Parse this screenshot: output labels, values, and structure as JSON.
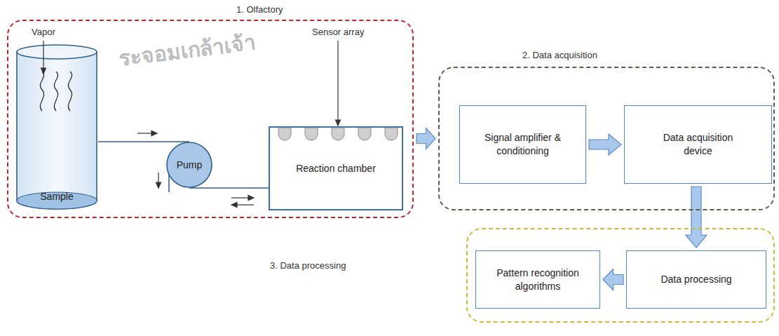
{
  "diagram": {
    "nodes": [
      {
        "text": [
          "1. Olfactory"
        ]
      },
      {
        "text": [
          "Sample"
        ],
        "in": 0
      },
      {
        "text": [
          "Pump"
        ],
        "in": 0
      },
      {
        "text": [
          "Reaction chamber"
        ],
        "in": 0
      },
      {
        "text": [
          "2. Data acquisition"
        ]
      },
      {
        "text": [
          "Signal amplifier & conditioning"
        ],
        "in": 4
      },
      {
        "text": [
          "Data acquisition device"
        ],
        "in": 4
      },
      {
        "text": [
          "3. Data processing"
        ]
      },
      {
        "text": [
          "Pattern recognition algorithms"
        ],
        "in": 7
      },
      {
        "text": [
          "Data processing"
        ],
        "in": 7
      }
    ],
    "edges": [
      {
        "from": 1,
        "to": 2,
        "arrow": "none"
      },
      {
        "from": 2,
        "to": 3,
        "arrow": "none"
      },
      {
        "from": 0,
        "to": 4,
        "arrow": "to"
      },
      {
        "from": 5,
        "to": 6,
        "arrow": "to"
      },
      {
        "from": 6,
        "to": 9,
        "arrow": "to"
      },
      {
        "from": 9,
        "to": 8,
        "arrow": "to"
      }
    ],
    "labels": [
      "Vapor",
      "Sensor array",
      "ระจอมเกล้าเจ้า"
    ]
  }
}
